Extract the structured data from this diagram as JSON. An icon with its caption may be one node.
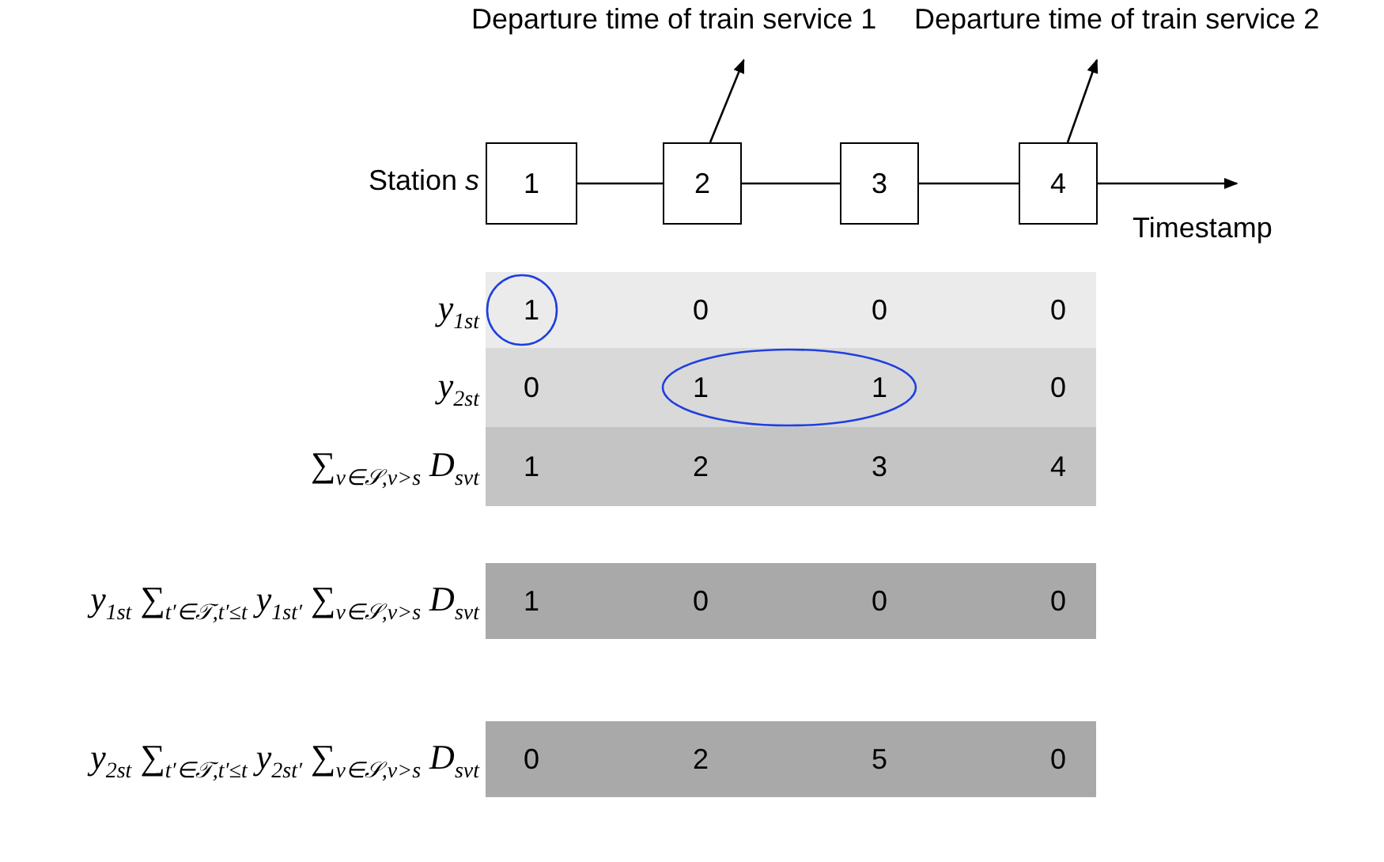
{
  "diagram": {
    "nodes": [
      {
        "text": [
          "1"
        ]
      },
      {
        "text": [
          "2"
        ]
      },
      {
        "text": [
          "3"
        ]
      },
      {
        "text": [
          "4"
        ]
      },
      {
        "text": [
          "Departure time of train service 1"
        ]
      },
      {
        "text": [
          "Departure time of train service 2"
        ]
      }
    ],
    "edges": [
      {
        "from": 0,
        "to": 1,
        "arrow": "none"
      },
      {
        "from": 1,
        "to": 2,
        "arrow": "none"
      },
      {
        "from": 2,
        "to": 3,
        "arrow": "none"
      },
      {
        "from": 3,
        "to": null,
        "arrow": "to"
      },
      {
        "from": 1,
        "to": 4,
        "arrow": "to"
      },
      {
        "from": 3,
        "to": 5,
        "arrow": "to"
      }
    ],
    "labels": [
      "Station *s*",
      "Timestamp",
      "y$_{1st}$",
      "1",
      "0",
      "0",
      "0",
      "y$_{2st}$",
      "0",
      "1",
      "1",
      "0",
      "∑$_{v∈𝒮,v>s}$ D$_{svt}$",
      "1",
      "2",
      "3",
      "4",
      "y$_{1st}$ ∑$_{t′∈𝒯,t′≤t}$ y$_{1st′}$ ∑$_{v∈𝒮,v>s}$ D$_{svt}$",
      "1",
      "0",
      "0",
      "0",
      "y$_{2st}$ ∑$_{t′∈𝒯,t′≤t}$ y$_{2st′}$ ∑$_{v∈𝒮,v>s}$ D$_{svt}$",
      "0",
      "2",
      "5",
      "0"
    ]
  }
}
